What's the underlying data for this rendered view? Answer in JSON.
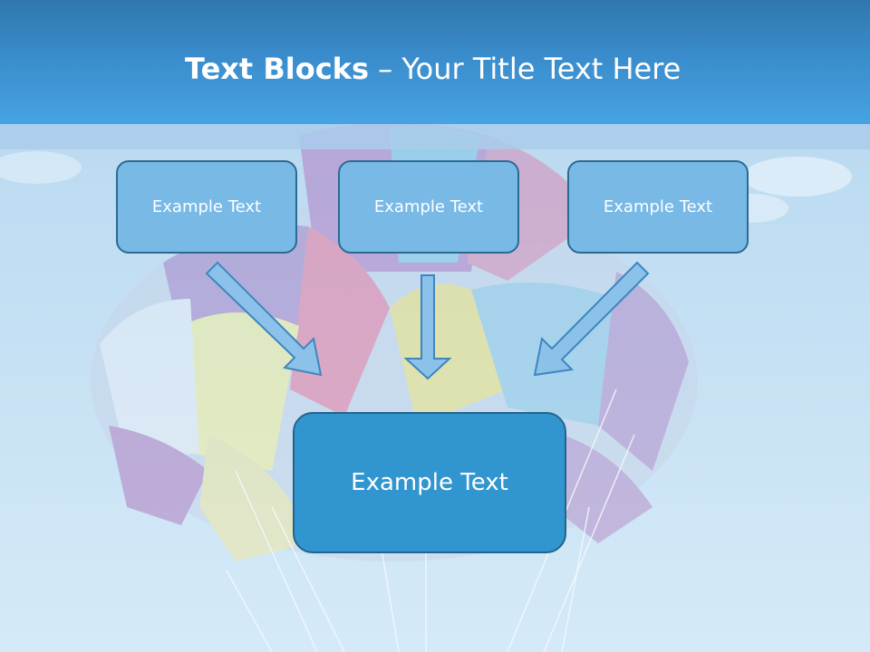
{
  "slide": {
    "title_bold": "Text Blocks",
    "title_dash": " – ",
    "title_rest": "Your Title Text Here"
  },
  "blocks": {
    "top": [
      {
        "label": "Example Text"
      },
      {
        "label": "Example Text"
      },
      {
        "label": "Example Text"
      }
    ],
    "main": {
      "label": "Example Text"
    }
  },
  "colors": {
    "title_bar": "#3a8ccc",
    "small_box_fill": "#79b9e6",
    "main_box_fill": "#3196cf",
    "box_border": "#2b6a92",
    "arrow_fill": "#8cc2ea",
    "arrow_stroke": "#3d86bf"
  },
  "background": {
    "image": "parasail-canopy-in-sky"
  }
}
